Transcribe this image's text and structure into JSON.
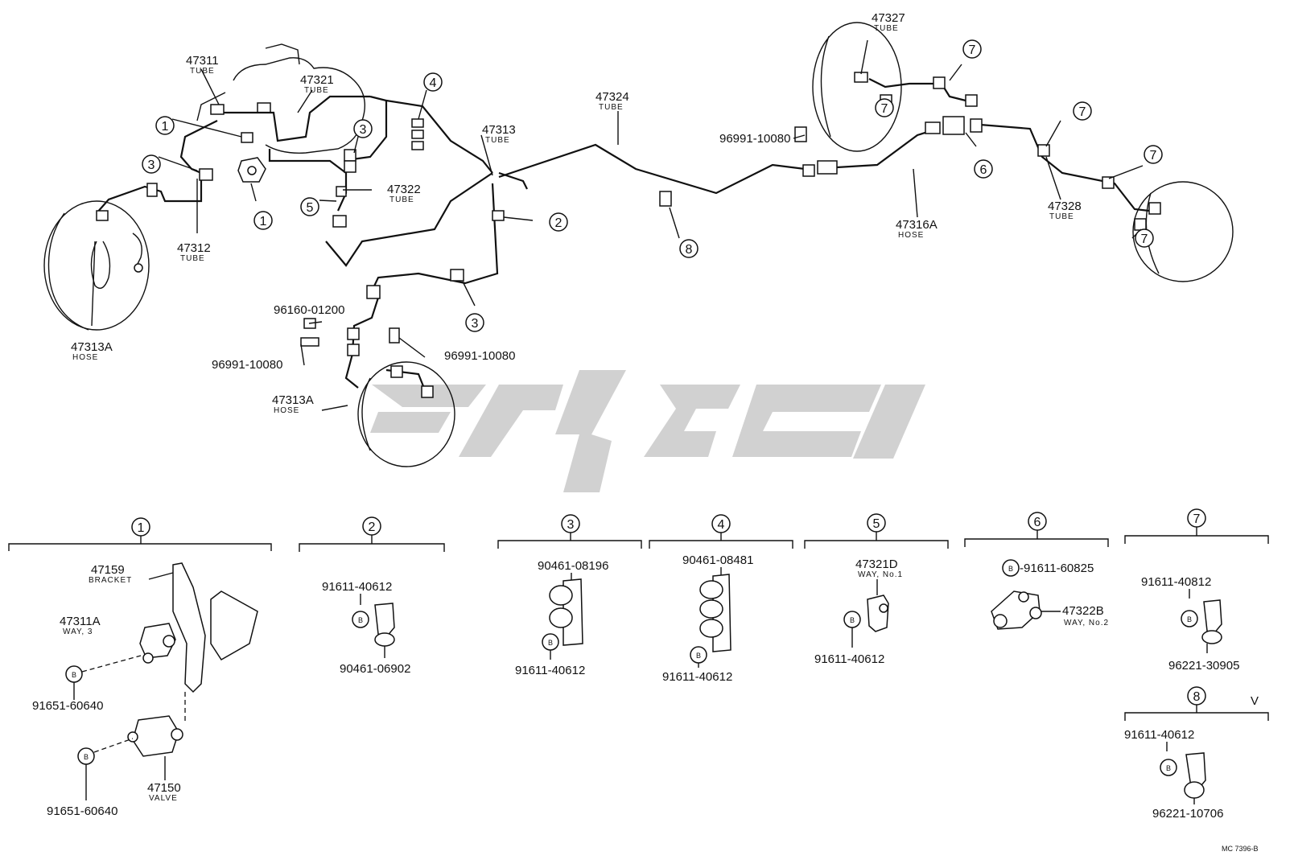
{
  "labels": {
    "p47311": {
      "num": "47311",
      "sub": "TUBE"
    },
    "p47321": {
      "num": "47321",
      "sub": "TUBE"
    },
    "p47312": {
      "num": "47312",
      "sub": "TUBE"
    },
    "p47313A_top": {
      "num": "47313A",
      "sub": "HOSE"
    },
    "p47322": {
      "num": "47322",
      "sub": "TUBE"
    },
    "p47313": {
      "num": "47313",
      "sub": "TUBE"
    },
    "p47324": {
      "num": "47324",
      "sub": "TUBE"
    },
    "p47327": {
      "num": "47327",
      "sub": "TUBE"
    },
    "p47316A": {
      "num": "47316A",
      "sub": "HOSE"
    },
    "p47328": {
      "num": "47328",
      "sub": "TUBE"
    },
    "p47313A_bot": {
      "num": "47313A",
      "sub": "HOSE"
    },
    "c96160": "96160-01200",
    "c96991_a": "96991-10080",
    "c96991_b": "96991-10080",
    "c96991_c": "96991-10080"
  },
  "callouts": [
    "1",
    "2",
    "3",
    "4",
    "5",
    "6",
    "7",
    "8"
  ],
  "groups": {
    "g1": {
      "key": "1",
      "bracket": {
        "num": "47159",
        "sub": "BRACKET"
      },
      "way": {
        "num": "47311A",
        "sub": "WAY, 3"
      },
      "bolt1": "91651-60640",
      "valve": {
        "num": "47150",
        "sub": "VALVE"
      },
      "bolt2": "91651-60640"
    },
    "g2": {
      "key": "2",
      "top": "91611-40612",
      "bottom": "90461-06902"
    },
    "g3": {
      "key": "3",
      "top": "90461-08196",
      "bottom": "91611-40612"
    },
    "g4": {
      "key": "4",
      "top": "90461-08481",
      "bottom": "91611-40612"
    },
    "g5": {
      "key": "5",
      "way": {
        "num": "47321D",
        "sub": "WAY, No.1"
      },
      "bottom": "91611-40612"
    },
    "g6": {
      "key": "6",
      "top": "-91611-60825",
      "way": {
        "num": "47322B",
        "sub": "WAY, No.2"
      }
    },
    "g7": {
      "key": "7",
      "top": "91611-40812",
      "bottom": "96221-30905"
    },
    "g8": {
      "key": "8",
      "top": "91611-40612",
      "bottom": "96221-10706",
      "mark": "V"
    }
  },
  "bolt_symbol": "B",
  "footer": "MC 7396-B",
  "watermark_color": "#c9c9c9"
}
